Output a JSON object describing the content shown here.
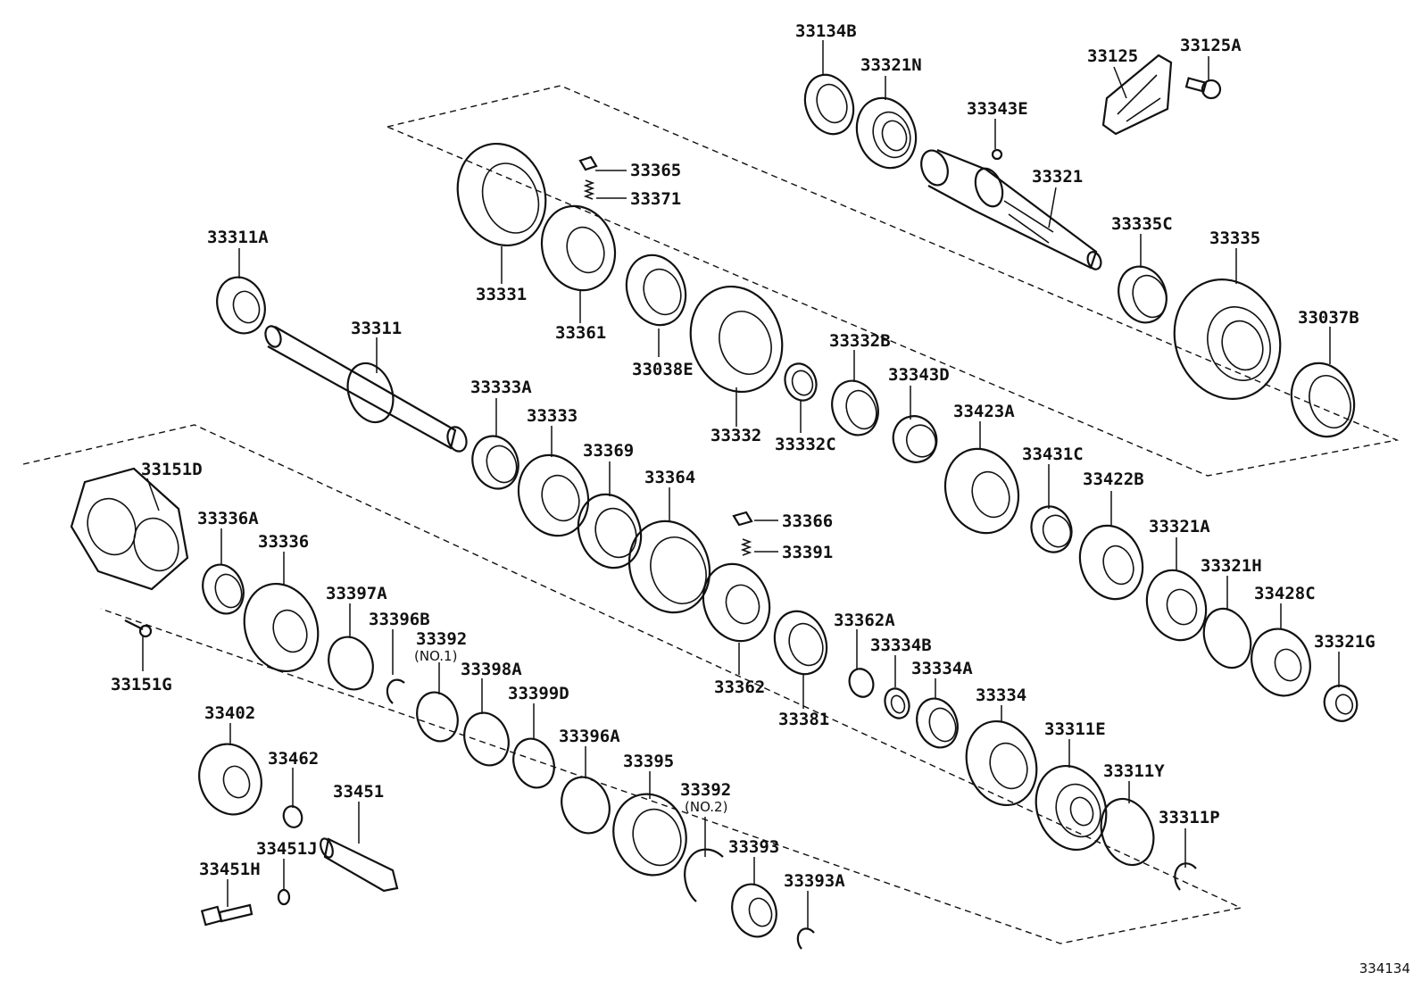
{
  "figure_number": "334134",
  "labels": {
    "p33134B": "33134B",
    "p33321N": "33321N",
    "p33125": "33125",
    "p33125A": "33125A",
    "p33343E": "33343E",
    "p33365": "33365",
    "p33371": "33371",
    "p33321": "33321",
    "p33311A": "33311A",
    "p33331": "33331",
    "p33361": "33361",
    "p33335C": "33335C",
    "p33335": "33335",
    "p33311": "33311",
    "p33038E": "33038E",
    "p33332B": "33332B",
    "p33037B": "33037B",
    "p33333A": "33333A",
    "p33333": "33333",
    "p33343D": "33343D",
    "p33423A": "33423A",
    "p33332": "33332",
    "p33332C": "33332C",
    "p33369": "33369",
    "p33151D": "33151D",
    "p33364": "33364",
    "p33431C": "33431C",
    "p33422B": "33422B",
    "p33336A": "33336A",
    "p33366": "33366",
    "p33336": "33336",
    "p33391": "33391",
    "p33321A": "33321A",
    "p33321H": "33321H",
    "p33397A": "33397A",
    "p33396B": "33396B",
    "p33392a": "33392",
    "p33362A": "33362A",
    "p33428C": "33428C",
    "p33398A": "33398A",
    "p33334B": "33334B",
    "p33334A": "33334A",
    "p33151G": "33151G",
    "p33362": "33362",
    "p33399D": "33399D",
    "p33381": "33381",
    "p33321G": "33321G",
    "p33334": "33334",
    "p33402": "33402",
    "p33311E": "33311E",
    "p33396A": "33396A",
    "p33462": "33462",
    "p33395": "33395",
    "p33451": "33451",
    "p33392b": "33392",
    "p33311Y": "33311Y",
    "p33311P": "33311P",
    "p33393": "33393",
    "p33451J": "33451J",
    "p33451H": "33451H",
    "p33393A": "33393A"
  },
  "sublabels": {
    "no1": "(NO.1)",
    "no2": "(NO.2)"
  }
}
